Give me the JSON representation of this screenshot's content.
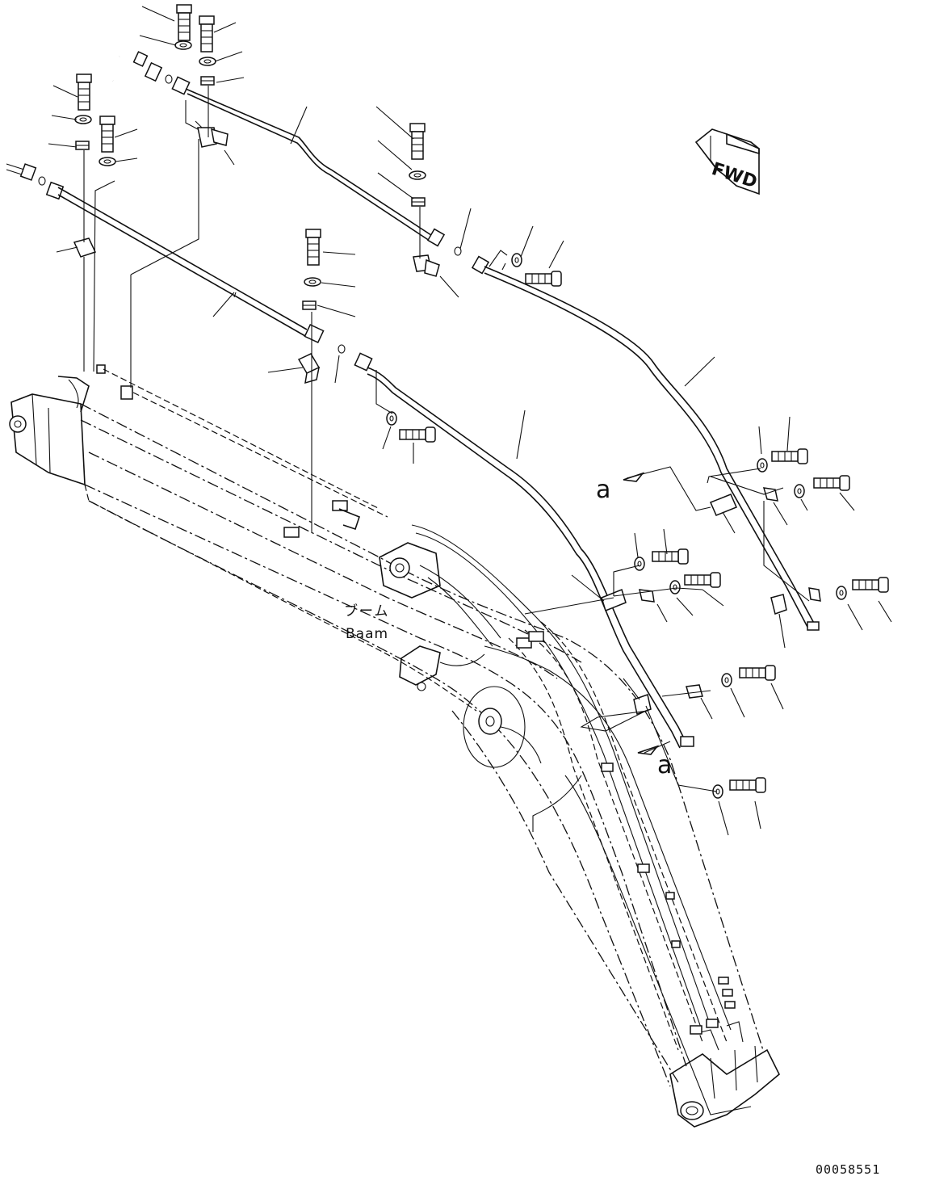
{
  "direction_badge": {
    "text": "FWD",
    "icon": "forward-arrow-icon"
  },
  "callouts": {
    "view_a": "a"
  },
  "component": {
    "label_jp": "ブーム",
    "label_en": "Baam"
  },
  "drawing": {
    "reference_number": "00058551"
  }
}
